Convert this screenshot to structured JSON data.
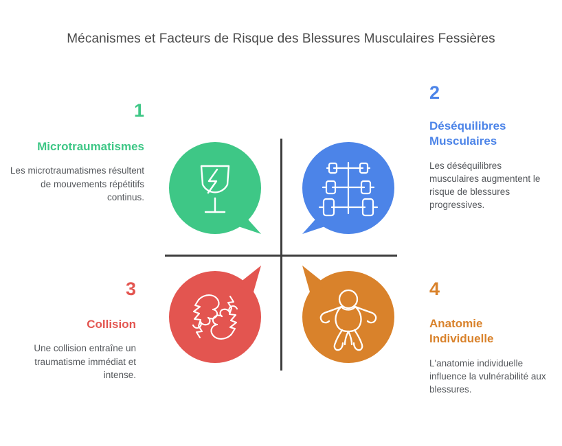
{
  "title": "Mécanismes et Facteurs de Risque des Blessures Musculaires Fessières",
  "colors": {
    "green": "#3ec786",
    "blue": "#4c84e8",
    "red": "#e35550",
    "orange": "#d9822b",
    "divider": "#3d3d3d",
    "title_text": "#4a4a4a",
    "body_text": "#55585c",
    "background": "#ffffff"
  },
  "items": [
    {
      "number": "1",
      "heading": "Microtraumatismes",
      "body": "Les microtraumatismes résultent de mouvements répétitifs continus.",
      "color": "#3ec786",
      "icon": "cracked-wine-glass-icon",
      "align": "right",
      "quadrant": "top-left"
    },
    {
      "number": "2",
      "heading": "Déséquilibres Musculaires",
      "body": "Les déséquilibres musculaires augmentent le risque de blessures progressives.",
      "color": "#4c84e8",
      "icon": "dumbbells-icon",
      "align": "left",
      "quadrant": "top-right"
    },
    {
      "number": "3",
      "heading": "Collision",
      "body": "Une collision entraîne un traumatisme immédiat et intense.",
      "color": "#e35550",
      "icon": "fist-collision-icon",
      "align": "right",
      "quadrant": "bottom-left"
    },
    {
      "number": "4",
      "heading": "Anatomie Individuelle",
      "body": "L'anatomie individuelle influence la vulnérabilité aux blessures.",
      "color": "#d9822b",
      "icon": "human-body-icon",
      "align": "left",
      "quadrant": "bottom-right"
    }
  ]
}
